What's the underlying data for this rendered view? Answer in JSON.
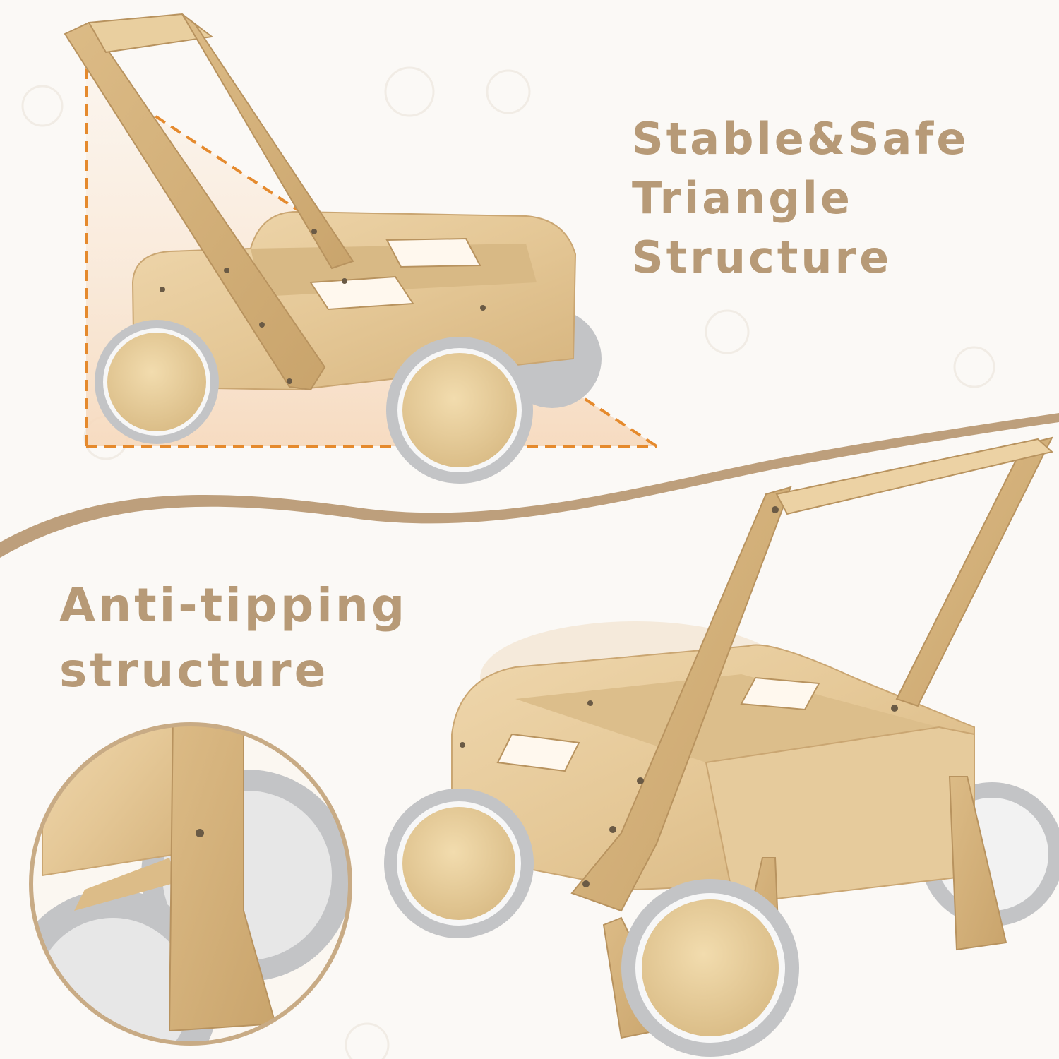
{
  "headline_top": {
    "line1": "Stable&Safe",
    "line2": "Triangle",
    "line3": "Structure"
  },
  "headline_bottom": {
    "line1": "Anti-tipping",
    "line2": "structure"
  },
  "colors": {
    "headline_text": "#b79a77",
    "wave": "#bd9f7c",
    "accent_dashed": "#e58a2d",
    "wood": "#e3c696",
    "tire": "#c3c4c6"
  }
}
